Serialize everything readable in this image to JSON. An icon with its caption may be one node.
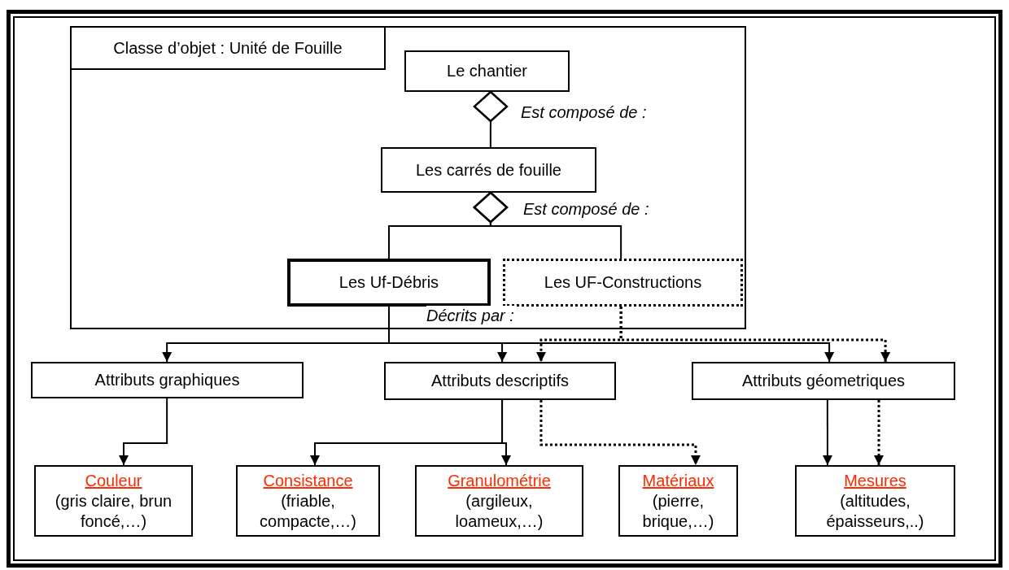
{
  "diagram": {
    "nodes": [
      {
        "text": [
          "Classe d’objet : Unité de Fouille"
        ]
      },
      {
        "text": [
          "Le chantier"
        ],
        "in": 0
      },
      {
        "text": [
          "Les carrés de fouille"
        ],
        "in": 0
      },
      {
        "text": [
          "Les Uf-Débris"
        ],
        "in": 0
      },
      {
        "text": [
          "Les UF-Constructions"
        ],
        "in": 0
      },
      {
        "text": [
          "Attributs graphiques"
        ]
      },
      {
        "text": [
          "Attributs descriptifs"
        ]
      },
      {
        "text": [
          "Attributs géometriques"
        ]
      },
      {
        "text": [
          "Couleur",
          "(gris claire, brun foncé,…)"
        ]
      },
      {
        "text": [
          "Consistance",
          "(friable, compacte,…)"
        ]
      },
      {
        "text": [
          "Granulométrie",
          "(argileux, loameux,…)"
        ]
      },
      {
        "text": [
          "Matériaux",
          "(pierre, brique,…)"
        ]
      },
      {
        "text": [
          "Mesures",
          "(altitudes, épaisseurs,..)"
        ]
      }
    ],
    "edges": [
      {
        "from": 1,
        "to": 2,
        "arrow": "other",
        "label": "Est composé de :"
      },
      {
        "from": 2,
        "to": 3,
        "arrow": "other"
      },
      {
        "from": 2,
        "to": 4,
        "arrow": "other",
        "label": "Est composé de :"
      },
      {
        "from": 3,
        "to": 5,
        "arrow": "to"
      },
      {
        "from": 3,
        "to": 6,
        "arrow": "to",
        "label": "Décrits par :"
      },
      {
        "from": 3,
        "to": 7,
        "arrow": "to"
      },
      {
        "from": 4,
        "to": 6,
        "arrow": "to",
        "style": "dashed"
      },
      {
        "from": 4,
        "to": 7,
        "arrow": "to",
        "style": "dashed"
      },
      {
        "from": 5,
        "to": 8,
        "arrow": "to"
      },
      {
        "from": 6,
        "to": 9,
        "arrow": "to"
      },
      {
        "from": 6,
        "to": 10,
        "arrow": "to"
      },
      {
        "from": 6,
        "to": 11,
        "arrow": "to",
        "style": "dashed"
      },
      {
        "from": 7,
        "to": 12,
        "arrow": "to"
      },
      {
        "from": 7,
        "to": 12,
        "arrow": "to",
        "style": "dashed"
      }
    ]
  }
}
